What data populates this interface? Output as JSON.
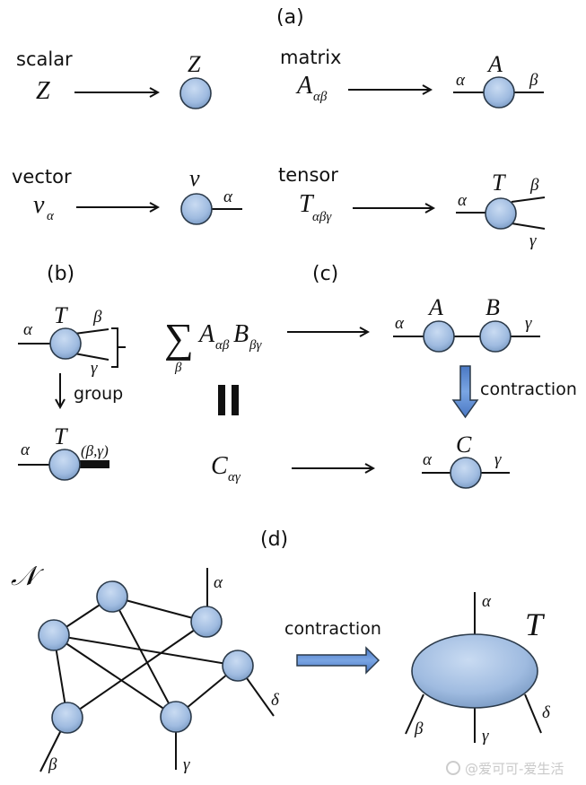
{
  "panels": {
    "a": {
      "label": "(a)",
      "scalar": {
        "title": "scalar",
        "symbol": "Z",
        "node_label": "Z"
      },
      "matrix": {
        "title": "matrix",
        "symbol": "A",
        "subscript": "αβ",
        "node_label": "A",
        "legs": [
          "α",
          "β"
        ]
      },
      "vector": {
        "title": "vector",
        "symbol": "v",
        "subscript": "α",
        "node_label": "v",
        "legs": [
          "α"
        ]
      },
      "tensor": {
        "title": "tensor",
        "symbol": "T",
        "subscript": "αβγ",
        "node_label": "T",
        "legs": [
          "α",
          "β",
          "γ"
        ]
      }
    },
    "b": {
      "label": "(b)",
      "top_node_label": "T",
      "top_legs": [
        "α",
        "β",
        "γ"
      ],
      "group_label": "group",
      "bottom_node_label": "T",
      "bottom_legs": [
        "α",
        "(β,γ)"
      ]
    },
    "c": {
      "label": "(c)",
      "sum_symbol": "∑",
      "sum_index": "β",
      "term_a": "A",
      "term_a_sub": "αβ",
      "term_b": "B",
      "term_b_sub": "βγ",
      "equals": "=",
      "result": "C",
      "result_sub": "αγ",
      "chain_nodes": [
        "A",
        "B"
      ],
      "chain_legs": [
        "α",
        "γ"
      ],
      "contraction_label": "contraction",
      "result_node_label": "C",
      "result_legs": [
        "α",
        "γ"
      ]
    },
    "d": {
      "label": "(d)",
      "network_label": "𝒩",
      "network_open_legs": [
        "α",
        "β",
        "γ",
        "δ"
      ],
      "contraction_label": "contraction",
      "result_node_label": "T",
      "result_legs": [
        "α",
        "β",
        "γ",
        "δ"
      ]
    }
  },
  "colors": {
    "node_fill": "#9fbbe0",
    "node_highlight": "#c9dbf2",
    "node_stroke": "#2b3a4a",
    "arrow_fill": "#5b8bd6",
    "line": "#111111"
  },
  "watermark": "@爱可可-爱生活"
}
